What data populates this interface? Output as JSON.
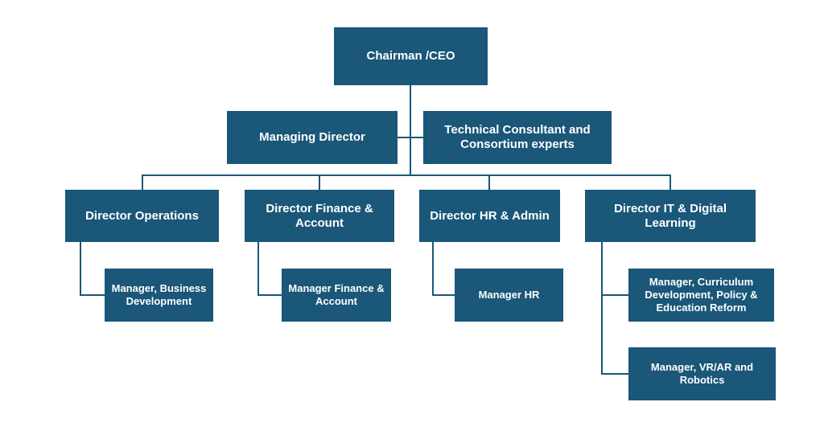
{
  "org_chart": {
    "top": {
      "label": "Chairman /CEO"
    },
    "second_level": {
      "managing_director": "Managing Director",
      "technical_consultant": "Technical Consultant and Consortium experts"
    },
    "directors": [
      {
        "label": "Director Operations",
        "reports": [
          "Manager, Business Development"
        ]
      },
      {
        "label": "Director Finance & Account",
        "reports": [
          "Manager Finance & Account"
        ]
      },
      {
        "label": "Director HR & Admin",
        "reports": [
          "Manager HR"
        ]
      },
      {
        "label": "Director IT & Digital Learning",
        "reports": [
          "Manager, Curriculum Development, Policy & Education Reform",
          "Manager, VR/AR and Robotics"
        ]
      }
    ]
  },
  "colors": {
    "box_fill": "#1a5779",
    "box_text": "#ffffff",
    "connector": "#1a5779",
    "background": "#ffffff"
  }
}
